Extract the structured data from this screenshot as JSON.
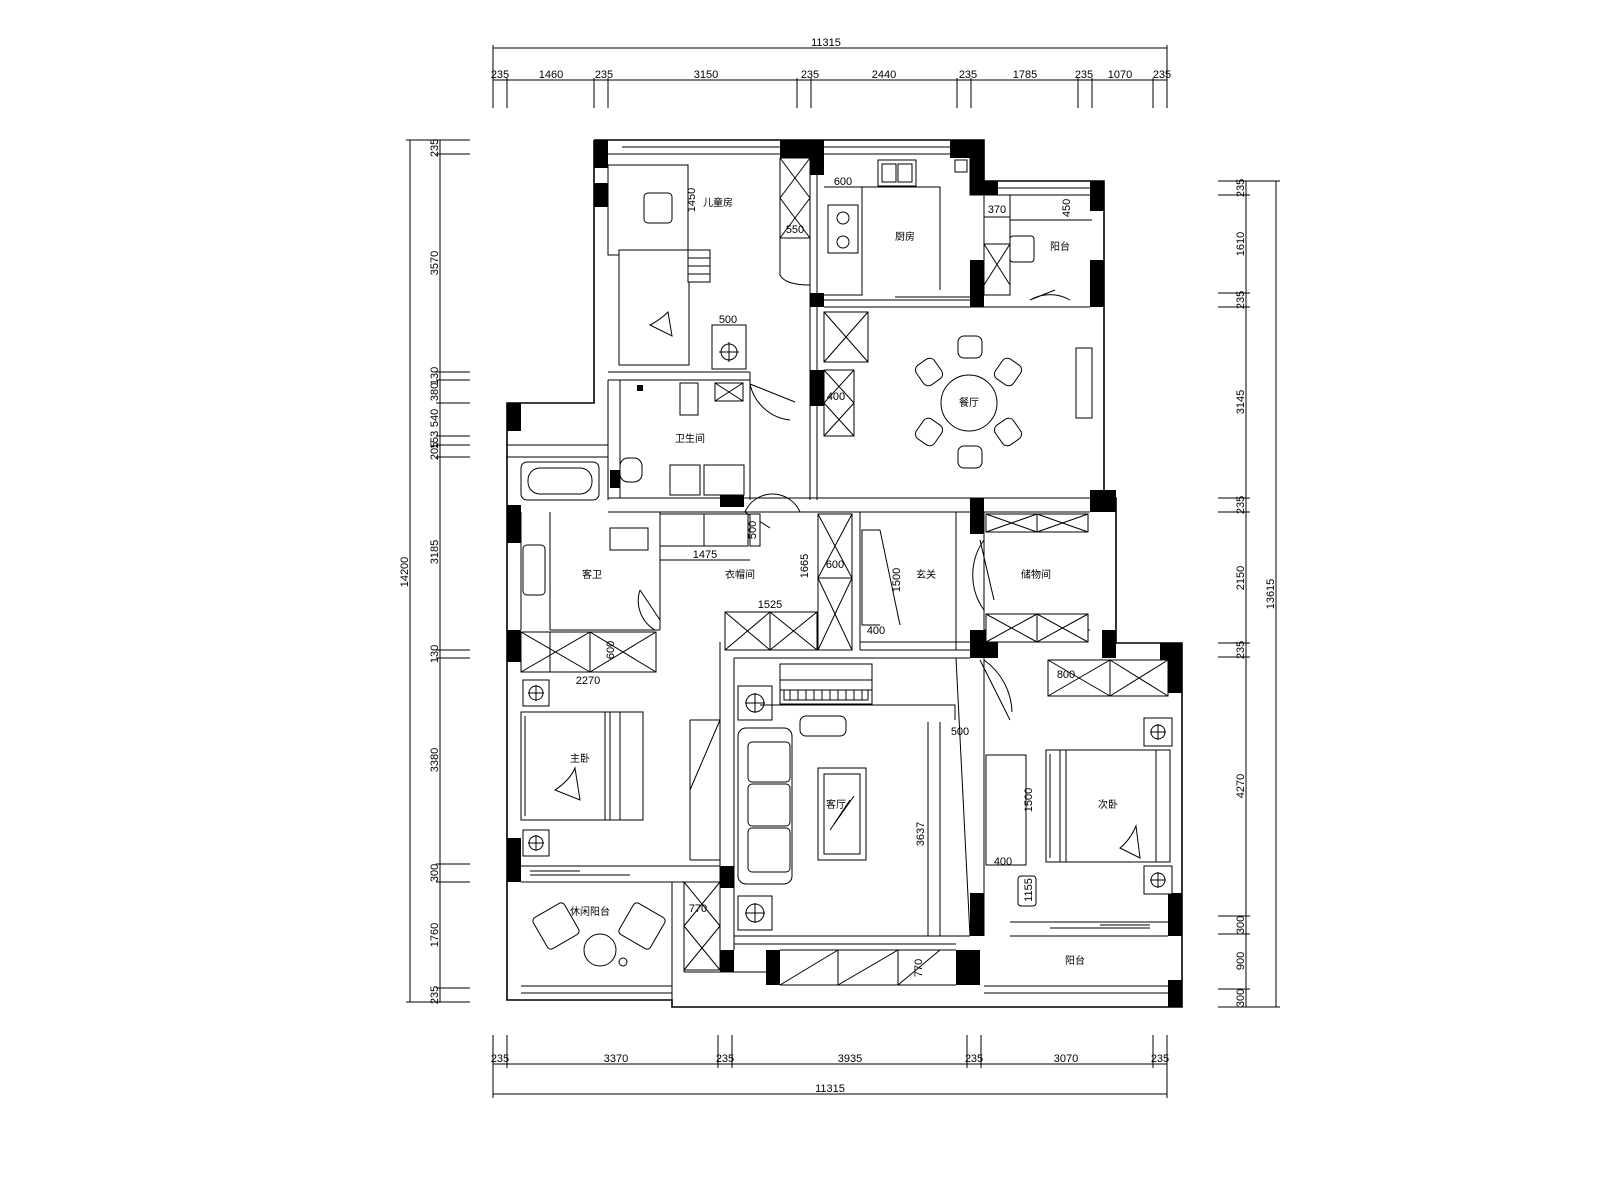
{
  "plan": {
    "dims_top": {
      "total": "11315",
      "segments": [
        "235",
        "1460",
        "235",
        "3150",
        "235",
        "2440",
        "235",
        "1785",
        "235",
        "1070",
        "235"
      ]
    },
    "dims_bottom": {
      "total": "11315",
      "segments": [
        "235",
        "3370",
        "235",
        "3935",
        "235",
        "3070",
        "235"
      ]
    },
    "dims_left": {
      "total": "14200",
      "segments": [
        "235",
        "3570",
        "130",
        "380",
        "540",
        "153",
        "205",
        "3185",
        "130",
        "3380",
        "300",
        "1760",
        "235"
      ]
    },
    "dims_right": {
      "total": "13615",
      "segments": [
        "235",
        "1610",
        "235",
        "3145",
        "235",
        "2150",
        "235",
        "4270",
        "300",
        "900",
        "300"
      ]
    },
    "rooms": {
      "study": "儿童房",
      "kitchen": "厨房",
      "laundry": "阳台",
      "bath_upper": "卫生间",
      "dining": "餐厅",
      "guest_bath": "客卫",
      "cloak": "衣帽间",
      "entry": "玄关",
      "storage": "储物间",
      "master": "主卧",
      "living": "客厅",
      "second": "次卧",
      "leisure": "休闲阳台",
      "balcony": "阳台"
    },
    "interior_dims": {
      "d1450": "1450",
      "d600k": "600",
      "d550": "550",
      "d450": "450",
      "d370": "370",
      "d500a": "500",
      "d400a": "400",
      "d1475": "1475",
      "d500b": "500",
      "d1665": "1665",
      "d600c": "600",
      "d1500a": "1500",
      "d1525": "1525",
      "d400b": "400",
      "d600d": "600",
      "d2270": "2270",
      "d800": "800",
      "d1500b": "1500",
      "d500c": "500",
      "d3637": "3637",
      "d400c": "400",
      "d1155": "1155",
      "d770a": "770",
      "d770b": "770"
    }
  }
}
